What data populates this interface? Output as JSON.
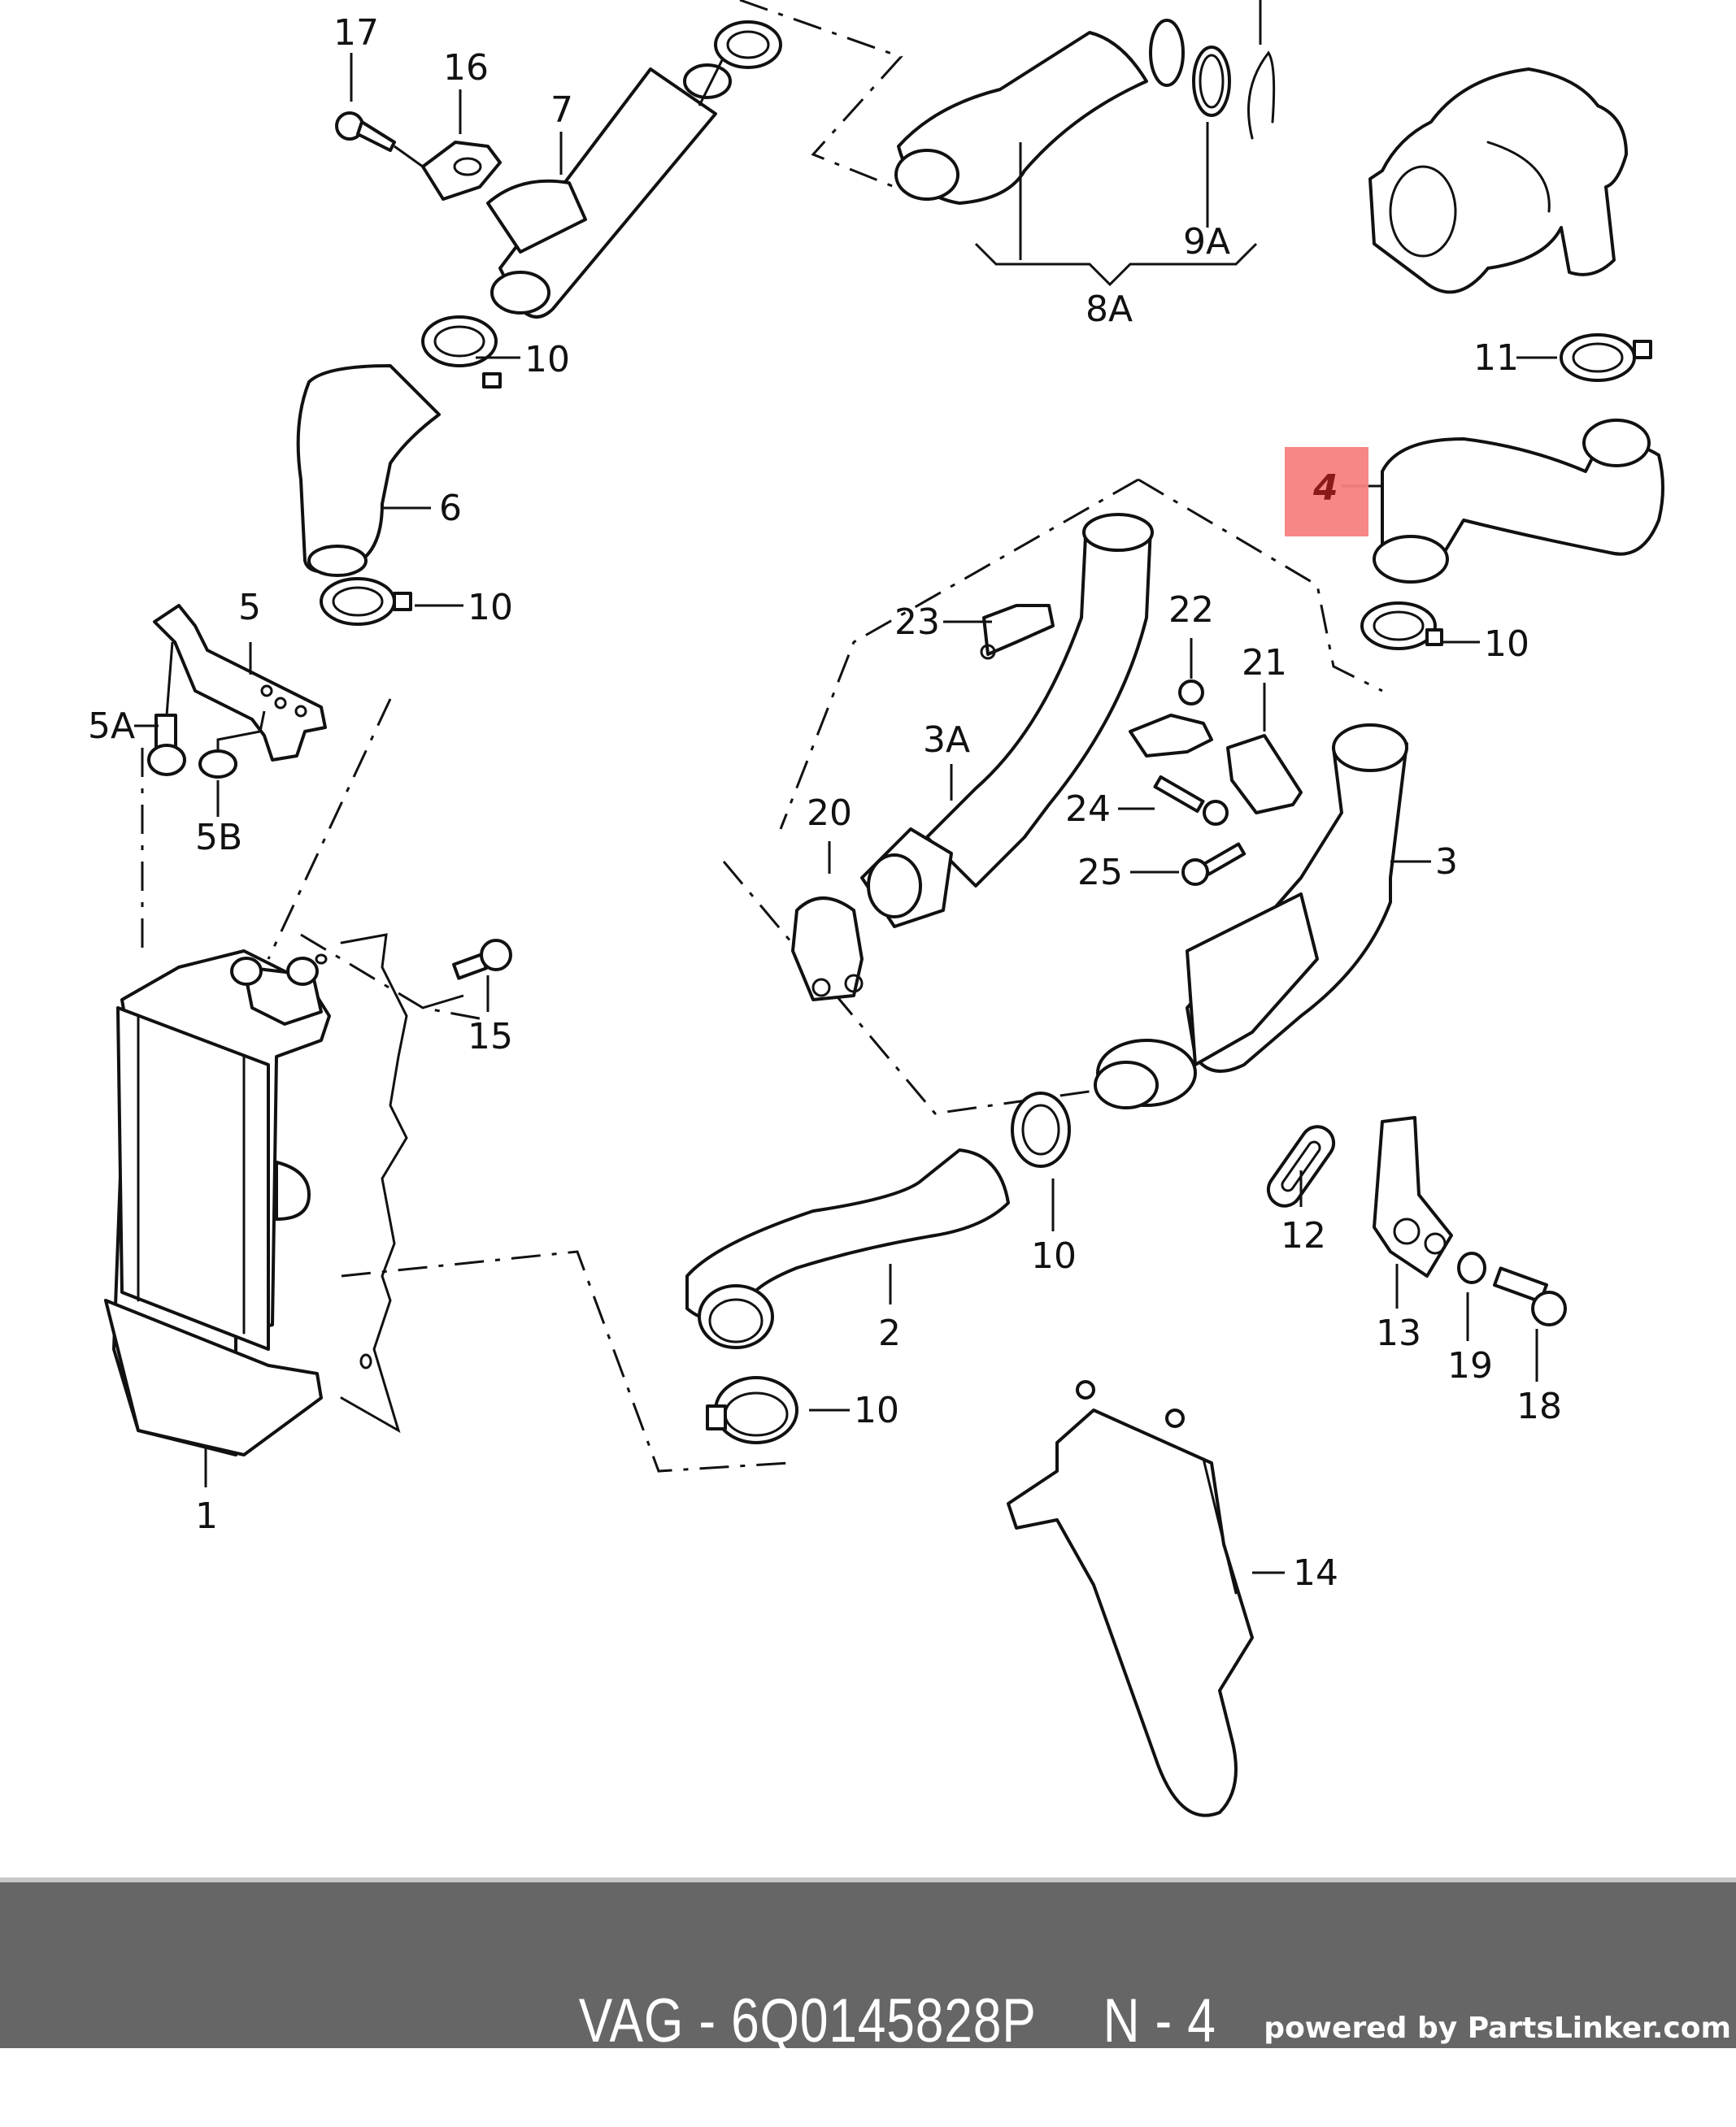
{
  "diagram": {
    "title": "Charge air system parts diagram",
    "highlight": {
      "label": "4",
      "color": "#f77f7f"
    },
    "labels": {
      "p1": "1",
      "p2": "2",
      "p3": "3",
      "p3a": "3A",
      "p4": "4",
      "p5": "5",
      "p5a": "5A",
      "p5b": "5B",
      "p6": "6",
      "p7": "7",
      "p8a": "8A",
      "p9a": "9A",
      "p10a": "10",
      "p10b": "10",
      "p10c": "10",
      "p10d": "10",
      "p10e": "10",
      "p11": "11",
      "p12": "12",
      "p13": "13",
      "p14": "14",
      "p15": "15",
      "p16": "16",
      "p17": "17",
      "p18": "18",
      "p19": "19",
      "p20": "20",
      "p21": "21",
      "p22": "22",
      "p23": "23",
      "p24": "24",
      "p25": "25"
    }
  },
  "footer": {
    "brand": "VAG - 6Q0145828P",
    "position": "N - 4",
    "powered_by": "powered by PartsLinker.com",
    "background": "#666666"
  }
}
